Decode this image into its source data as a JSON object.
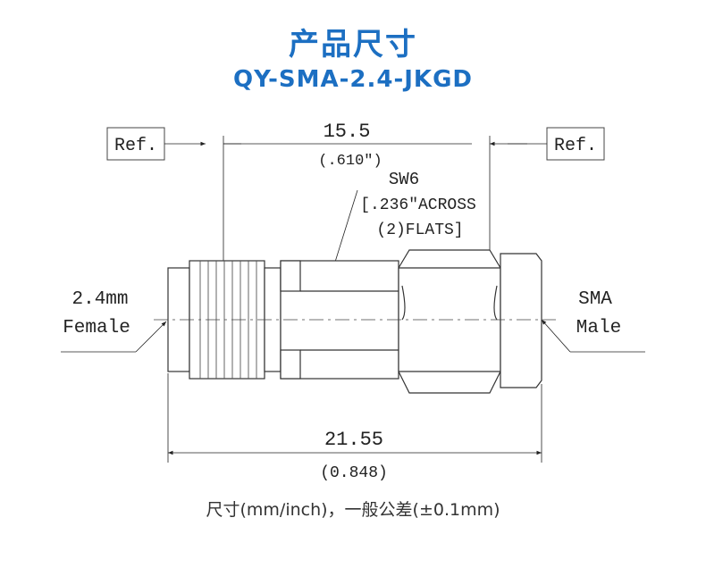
{
  "header": {
    "title": "产品尺寸",
    "model": "QY-SMA-2.4-JKGD"
  },
  "drawing": {
    "ref_left": "Ref.",
    "ref_right": "Ref.",
    "dim_top_mm": "15.5",
    "dim_top_inch": "(.610″)",
    "sw_label": "SW6",
    "sw_note_line1": "[.236″ACROSS",
    "sw_note_line2": "(2)FLATS]",
    "left_label_line1": "2.4mm",
    "left_label_line2": "Female",
    "right_label_line1": "SMA",
    "right_label_line2": "Male",
    "dim_bottom_mm": "21.55",
    "dim_bottom_inch": "(0.848)"
  },
  "footer": {
    "note": "尺寸(mm/inch)，一般公差(±0.1mm)"
  }
}
